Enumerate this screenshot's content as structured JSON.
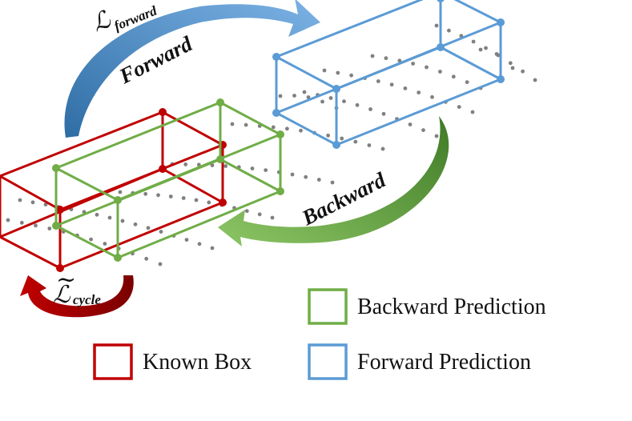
{
  "colors": {
    "known": "#c00000",
    "backward": "#70ad47",
    "forward": "#5b9bd5",
    "point_cloud": "#808080"
  },
  "arrows": {
    "forward_label": "Forward",
    "backward_label": "Backward"
  },
  "losses": {
    "forward_symbol": "ℒ",
    "forward_sub": "forward",
    "cycle_symbol": "ℒ",
    "cycle_tilde": "~",
    "cycle_sub": "cycle"
  },
  "legend": {
    "backward_label": "Backward Prediction",
    "known_label": "Known Box",
    "forward_label": "Forward Prediction"
  }
}
